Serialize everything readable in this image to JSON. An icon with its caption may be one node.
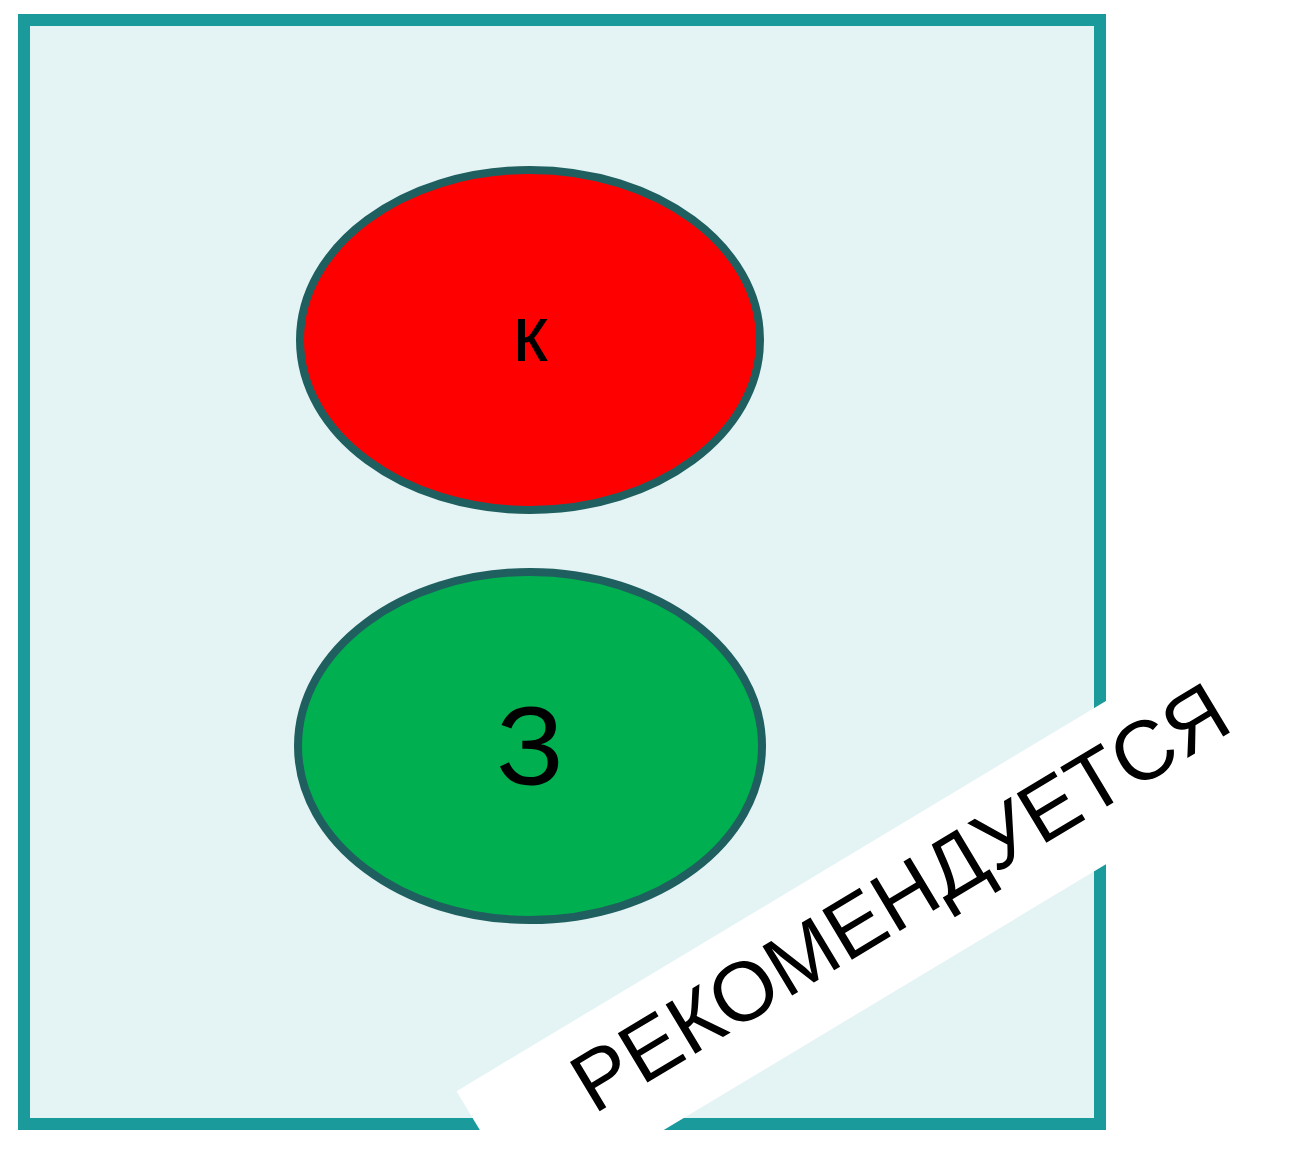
{
  "diagram": {
    "nodes": [
      {
        "text": [],
        "shape": "box"
      },
      {
        "text": [
          "к"
        ],
        "in": 0
      },
      {
        "text": [
          "З"
        ],
        "in": 0
      },
      {
        "text": [
          "РЕКОМЕНДУЕТСЯ"
        ]
      }
    ]
  }
}
